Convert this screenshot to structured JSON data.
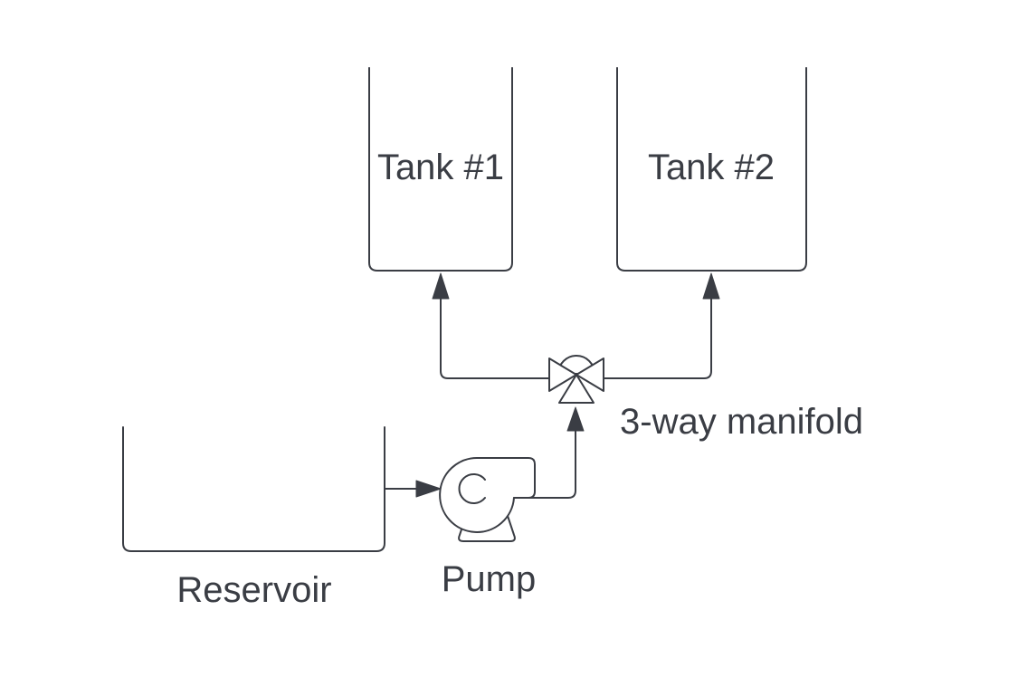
{
  "diagram": {
    "labels": {
      "tank1": "Tank #1",
      "tank2": "Tank #2",
      "manifold": "3-way manifold",
      "reservoir": "Reservoir",
      "pump": "Pump"
    },
    "colors": {
      "stroke": "#3a3d44",
      "background": "#ffffff"
    },
    "icons": {
      "pump": "centrifugal-pump-icon",
      "valve": "three-way-valve-icon"
    }
  }
}
